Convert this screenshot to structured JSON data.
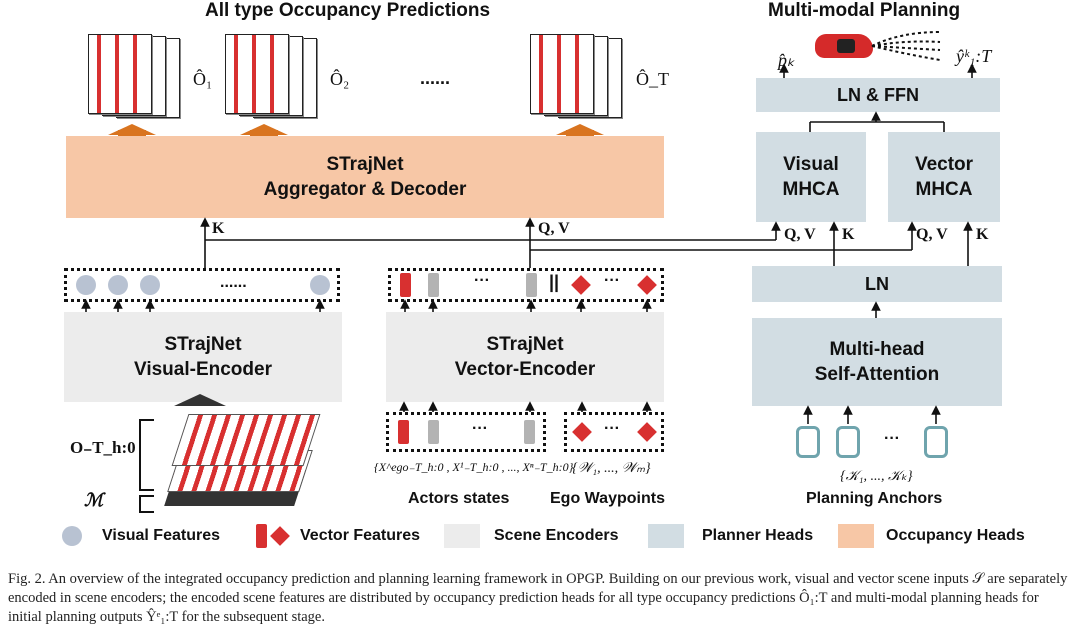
{
  "titles": {
    "occupancy": "All type Occupancy Predictions",
    "planning": "Multi-modal Planning"
  },
  "occupancy_outputs": [
    "Ô₁",
    "Ô₂",
    "......",
    "Ô_T"
  ],
  "aggregator": {
    "line1": "STrajNet",
    "line2": "Aggregator & Decoder"
  },
  "visual_encoder": {
    "line1": "STrajNet",
    "line2": "Visual-Encoder"
  },
  "vector_encoder": {
    "line1": "STrajNet",
    "line2": "Vector-Encoder"
  },
  "planner": {
    "ln_ffn": "LN & FFN",
    "visual_mhca": {
      "line1": "Visual",
      "line2": "MHCA"
    },
    "vector_mhca": {
      "line1": "Vector",
      "line2": "MHCA"
    },
    "ln": "LN",
    "self_attention": {
      "line1": "Multi-head",
      "line2": "Self-Attention"
    },
    "p_k": "p̂ₖ",
    "y_k": "ŷᵏ₁:T"
  },
  "arrow_labels": {
    "k": "K",
    "qv": "Q, V"
  },
  "ellipses": {
    "features": "......",
    "vec": "···",
    "sep": "||",
    "anchors": "···"
  },
  "inputs": {
    "occ_history": "O₋T_h:0",
    "map": "ℳ",
    "actors_set": "{X^ego₋T_h:0 , X¹₋T_h:0 , ..., Xⁿ₋T_h:0}",
    "waypoints_set": "{𝒲₁, ..., 𝒲ₘ}",
    "anchors_set": "{𝒦₁, ..., 𝒦ₖ}",
    "actors_label": "Actors states",
    "waypoints_label": "Ego Waypoints",
    "anchors_label": "Planning Anchors"
  },
  "legend": {
    "visual": "Visual Features",
    "vector": "Vector Features",
    "scene": "Scene Encoders",
    "planner": "Planner Heads",
    "occupancy": "Occupancy Heads"
  },
  "colors": {
    "occupancy": "#f7c7a6",
    "encoder": "#ececec",
    "planner": "#d2dde3",
    "visual_feature": "#b8c2d2",
    "vector_feature": "#d83030",
    "arrow_up": "#d9741f"
  },
  "caption": "Fig. 2.   An overview of the integrated occupancy prediction and planning learning framework in OPGP. Building on our previous work, visual and vector scene inputs 𝒮 are separately encoded in scene encoders; the encoded scene features are distributed by occupancy prediction heads for all type occupancy predictions Ô₁:T and multi-modal planning heads for initial planning outputs Ŷᵉ₁:T for the subsequent stage."
}
